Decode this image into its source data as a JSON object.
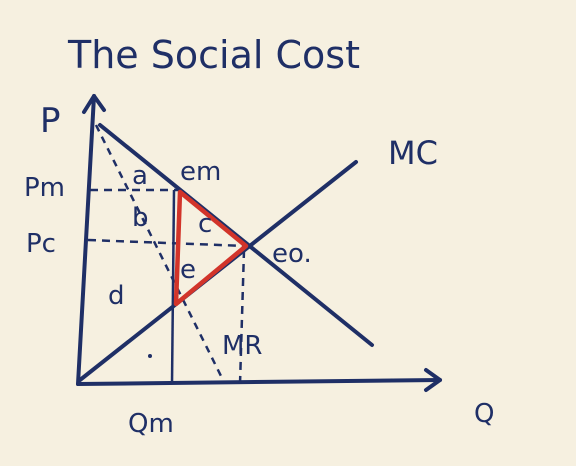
{
  "title": "The Social Cost",
  "labels": {
    "p_axis": "P",
    "q_axis": "Q",
    "pm": "Pm",
    "pc": "Pc",
    "qm": "Qm",
    "em": "em",
    "eo": "eo.",
    "mc": "MC",
    "mr": "MR",
    "area_a": "a",
    "area_b": "b",
    "area_c": "c",
    "area_d": "d",
    "area_e": "e"
  },
  "colors": {
    "ink": "#1f2f66",
    "highlight": "#d2342a",
    "paper": "#f6f0e0"
  }
}
